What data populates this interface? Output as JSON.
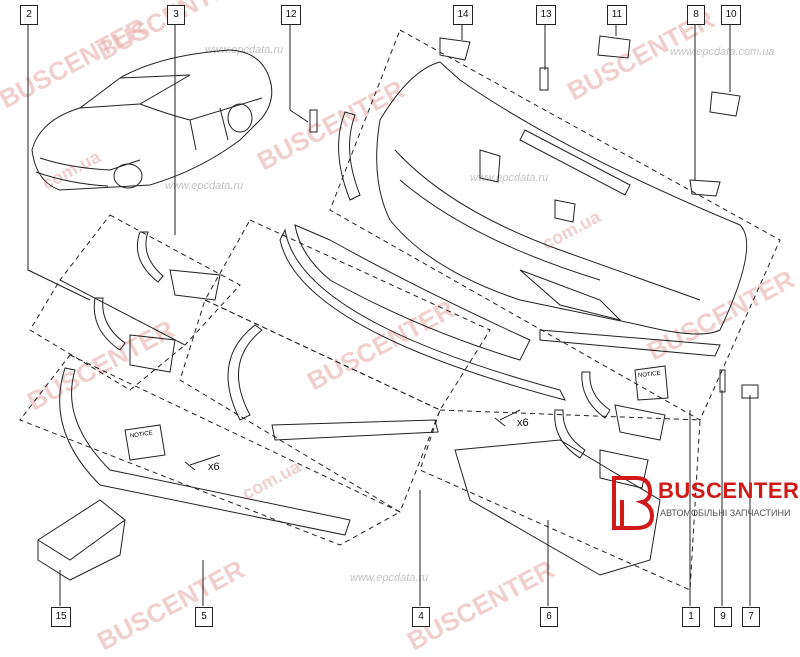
{
  "watermarks": {
    "big": [
      "BUSCENTER",
      "BUSCENTER",
      "BUSCENTER",
      "BUSCENTER",
      "BUSCENTER",
      "BUSCENTER",
      "BUSCENTER",
      "BUSCENTER",
      "BUSCENTER"
    ],
    "url_ua": "com.ua",
    "url_epc": "www.epcdata.ru",
    "url_epc_ua": "www.epcdata.com.ua"
  },
  "brand": {
    "name": "BUSCENTER",
    "subtitle": "АВТОМОБІЛЬНІ ЗАПЧАСТИНИ"
  },
  "callouts": {
    "c1": "1",
    "c2": "2",
    "c3": "3",
    "c4": "4",
    "c5": "5",
    "c6": "6",
    "c7": "7",
    "c8": "8",
    "c9": "9",
    "c10": "10",
    "c11": "11",
    "c12": "12",
    "c13": "13",
    "c14": "14",
    "c15": "15"
  },
  "quantities": {
    "left_clips": "x6",
    "right_clips": "x6"
  },
  "notice_label": "NOTICE",
  "colors": {
    "line": "#222222",
    "watermark": "#e8a8a8",
    "brand_red": "#d01a1a"
  }
}
